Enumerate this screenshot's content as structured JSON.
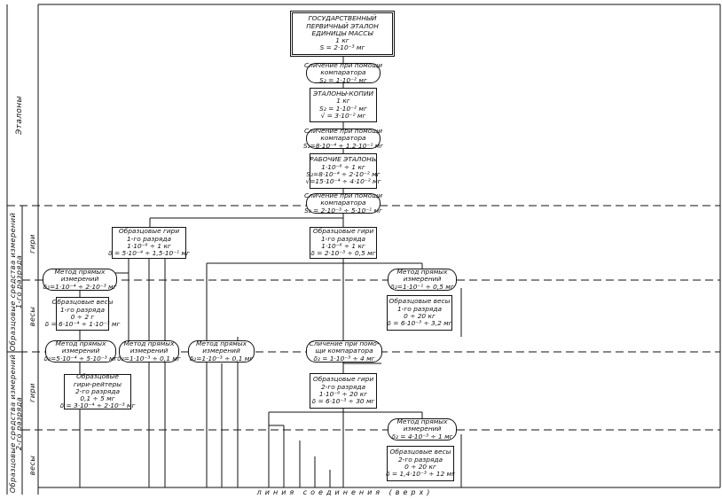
{
  "diagram": {
    "bottom_label": "линия   соединения (верх)",
    "side_labels": {
      "etalony": "Эталоны",
      "group1": "Образцовые средства измерений",
      "group1_sub": "1-го разряда",
      "group2": "Образцовые средства измерений",
      "group2_sub": "2-го разряда",
      "giri": "гири",
      "vesy": "весы"
    },
    "nodes": {
      "primary": [
        "ГОСУДАРСТВЕННЫЙ",
        "ПЕРВИЧНЫЙ ЭТАЛОН",
        "ЕДИНИЦЫ МАССЫ",
        "1 кг",
        "S = 2·10⁻³ мг"
      ],
      "cmp1": [
        "Сличение при помощи",
        "компаратора",
        "S₂ = 1·10⁻² мг"
      ],
      "copies": [
        "ЭТАЛОНЫ-КОПИИ",
        "1 кг",
        "S₂ = 1·10⁻² мг",
        "√ = 3·10⁻² мг"
      ],
      "cmp2": [
        "Сличение при помощи",
        "компаратора",
        "S₂=8·10⁻⁴ ÷ 1,2·10⁻¹ мг"
      ],
      "working": [
        "РАБОЧИЕ ЭТАЛОНЫ",
        "1·10⁻⁶ ÷ 1 кг",
        "S₂=8·10⁻⁴ ÷ 2·10⁻² мг",
        "√=15·10⁻⁴ ÷ 4·10⁻² мг"
      ],
      "cmp3": [
        "Сличение при помощи",
        "компаратора",
        "S₂ = 2·10⁻³ ÷ 5·10⁻¹ мг"
      ],
      "weights1_left": [
        "Образцовые гири",
        "1-го разряда",
        "1·10⁻⁶ ÷ 1 кг",
        "δ = 5·10⁻⁴ ÷ 1,5·10⁻¹ мг"
      ],
      "weights1_right": [
        "Образцовые гири",
        "1-го разряда",
        "1·10⁻⁶ ÷ 1 кг",
        "δ = 2·10⁻³ ÷ 0,5 мг"
      ],
      "direct1_left": [
        "Метод прямых",
        "измерений",
        "δ₂=1·10⁻⁴ ÷ 2·10⁻³ мг"
      ],
      "direct1_right": [
        "Метод прямых",
        "измерений",
        "δ₂=1·10⁻¹ ÷ 0,5 мг"
      ],
      "scales1_left": [
        "Образцовые весы",
        "1-го разряда",
        "0 ÷ 2 г",
        "δ = 6·10⁻⁴ ÷ 1·10⁻³ мг"
      ],
      "scales1_right": [
        "Образцовые весы",
        "1-го разряда",
        "0 ÷ 20 кг",
        "δ = 6·10⁻³ ÷ 3,2 мг"
      ],
      "direct2_a": [
        "Метод прямых",
        "измерений",
        "δ₂=5·10⁻⁴ ÷ 5·10⁻³ мг"
      ],
      "direct2_b": [
        "Метод прямых",
        "измерений",
        "δ₂=1·10⁻³ ÷ 0,1 мг"
      ],
      "direct2_c": [
        "Метод прямых",
        "измерений",
        "δ₂=1·10⁻³ ÷ 0,1 мг"
      ],
      "cmp4": [
        "Сличение при помо-",
        "щи компаратора",
        "δ₂ = 1·10⁻³ ÷ 4 мг"
      ],
      "rider": [
        "Образцовые",
        "гири-рейтеры",
        "2-го разряда",
        "0,1 ÷ 5 мг",
        "δ = 3·10⁻⁴ ÷ 2·10⁻³ мг"
      ],
      "weights2": [
        "Образцовые гири",
        "2-го разряда",
        "1·10⁻⁶ ÷ 20 кг",
        "δ = 6·10⁻³ ÷ 30 мг"
      ],
      "direct3": [
        "Метод прямых",
        "измерений",
        "δ₂ = 4·10⁻³ ÷ 1 мг"
      ],
      "scales2": [
        "Образцовые весы",
        "2-го разряда",
        "0 ÷ 20 кг",
        "δ = 1,4·10⁻³ ÷ 12 мг"
      ]
    }
  }
}
